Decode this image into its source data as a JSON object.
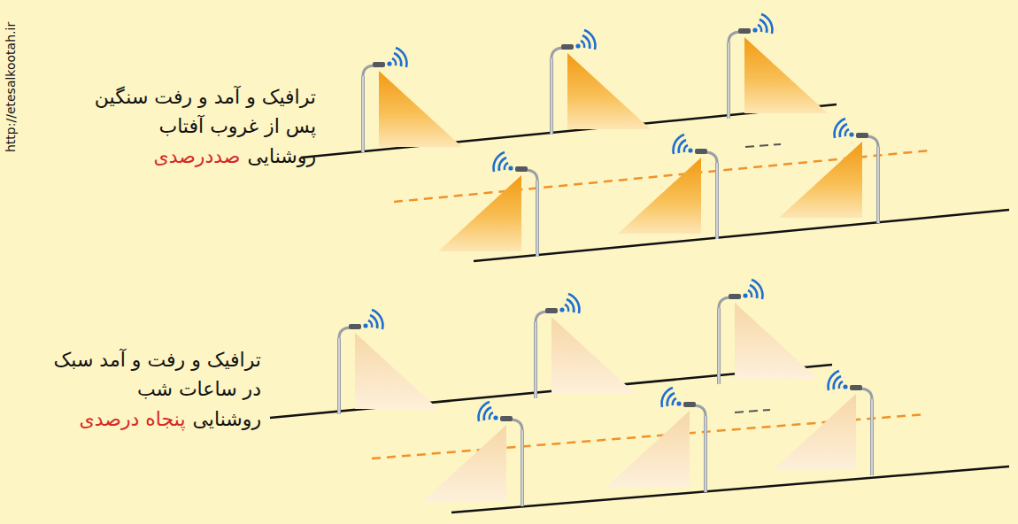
{
  "diagram": {
    "labels": [
      "http://etesalkootah.ir",
      "ترافیک و آمد و رفت سنگین",
      "پس از غروب آفتاب",
      "روشنایی",
      "صددرصدی",
      "ترافیک و رفت و آمد سبک",
      "در ساعات شب",
      "روشنایی",
      "پنجاه درصدی"
    ]
  }
}
